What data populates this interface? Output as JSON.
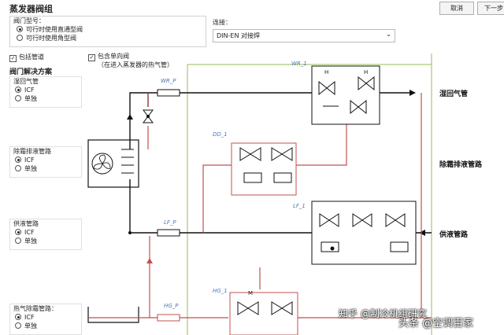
{
  "window": {
    "title": "蒸发器阀组",
    "cancel_label": "取消",
    "next_label": "下一步"
  },
  "valve_type": {
    "label": "阀门型号：",
    "options": [
      "可行时使用直通型阀",
      "可行时使用角型阀"
    ],
    "selected": 0
  },
  "connection": {
    "label": "连接：",
    "value": "DIN-EN 对接焊"
  },
  "include_pipes": {
    "label": "包括管道",
    "checked": true
  },
  "include_check_valve": {
    "label": "包含单向阀",
    "sub": "（在进入蒸发器的热气管）",
    "checked": true
  },
  "solution": {
    "title": "阀门解决方案",
    "groups": [
      {
        "title": "湿回气管",
        "options": [
          "ICF",
          "单独"
        ],
        "selected": 0
      },
      {
        "title": "除霜排液管路",
        "options": [
          "ICF",
          "单独"
        ],
        "selected": 0
      },
      {
        "title": "供液管路",
        "options": [
          "ICF",
          "单独"
        ],
        "selected": 0
      },
      {
        "title": "热气除霜管路：",
        "options": [
          "ICF",
          "单独"
        ],
        "selected": 0
      }
    ]
  },
  "diagram": {
    "tags": {
      "wr_p": "WR_P",
      "wr_1": "WR_1",
      "dd_1": "DD_1",
      "lf_1": "LF_1",
      "lf_p": "LF_P",
      "hg_p": "HG_P",
      "hg_1": "HG_1"
    },
    "line_labels": {
      "wet_return": "湿回气管",
      "defrost_drain": "除霜排液管路",
      "liquid_feed": "供液管路"
    },
    "valve_letters": {
      "h": "H",
      "m": "M"
    }
  },
  "watermark": {
    "line1": "知乎 @制冷机组研究",
    "line2": "头条 @空调百家"
  },
  "colors": {
    "line_black": "#111111",
    "line_red": "#c0504d",
    "line_green": "#9bbb59"
  }
}
